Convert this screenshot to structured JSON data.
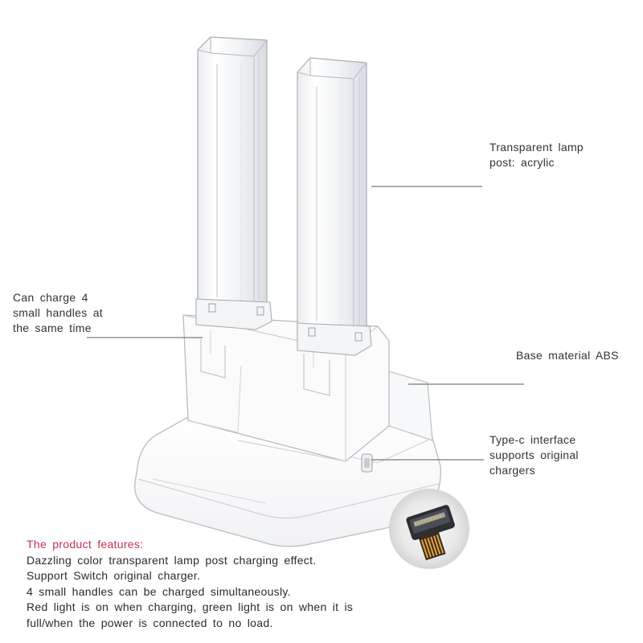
{
  "callouts": {
    "lamp_post": [
      "Transparent lamp",
      "post: acrylic"
    ],
    "charge_four": [
      "Can charge 4",
      "small handles at",
      "the same time"
    ],
    "base_material": [
      "Base material ABS"
    ],
    "type_c": [
      "Type-c interface",
      "supports original",
      "chargers"
    ]
  },
  "features": {
    "title": "The product features:",
    "lines": [
      "Dazzling color transparent lamp post charging effect.",
      "Support Switch original charger.",
      "4 small handles can be charged simultaneously.",
      "Red light is on when charging, green light is on when it is",
      "full/when the power is connected to no load."
    ]
  },
  "colors": {
    "feature_title": "#c0334f",
    "text": "#333333",
    "callout_line": "#7a7a7a"
  },
  "icons": [
    "charging-dock-product",
    "type-c-connector-icon"
  ]
}
